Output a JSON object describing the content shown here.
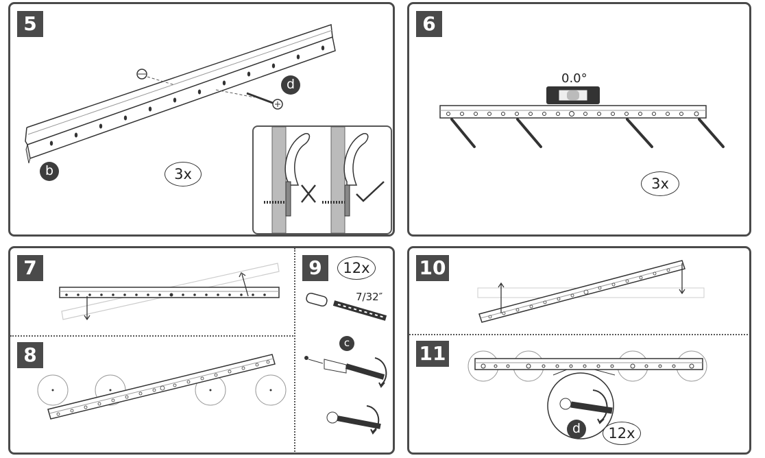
{
  "steps": {
    "s5": "5",
    "s6": "6",
    "s7": "7",
    "s8": "8",
    "s9": "9",
    "s10": "10",
    "s11": "11"
  },
  "quantities": {
    "p5": "3x",
    "p6": "3x",
    "p9": "12x",
    "p11": "12x"
  },
  "callouts": {
    "b": "b",
    "c": "c",
    "d": "d",
    "d2": "d"
  },
  "labels": {
    "level_reading": "0.0°",
    "drill_size": "7/32″"
  },
  "icons": {
    "wrong": "cross-mark-icon",
    "correct": "check-mark-icon",
    "rotate": "rotate-clockwise-icon"
  }
}
